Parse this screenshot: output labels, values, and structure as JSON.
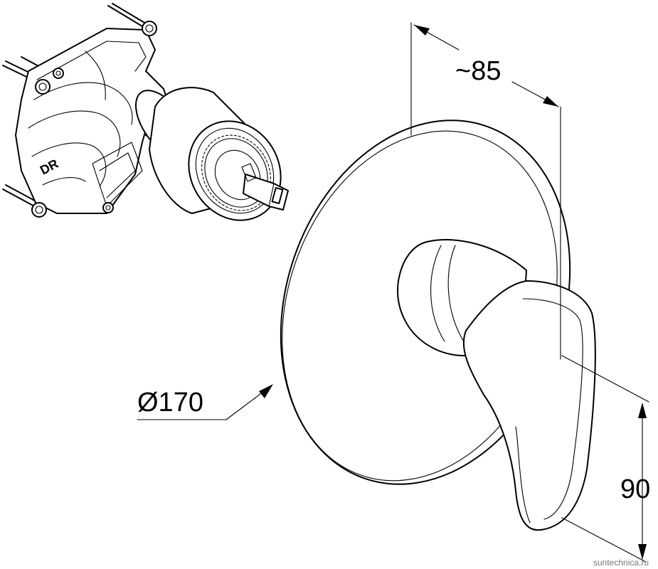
{
  "dimensions": {
    "depth_label": "~85",
    "diameter_label": "Ø170",
    "height_label": "90"
  },
  "stamp": "DR",
  "watermark": "suntechnica.ru"
}
